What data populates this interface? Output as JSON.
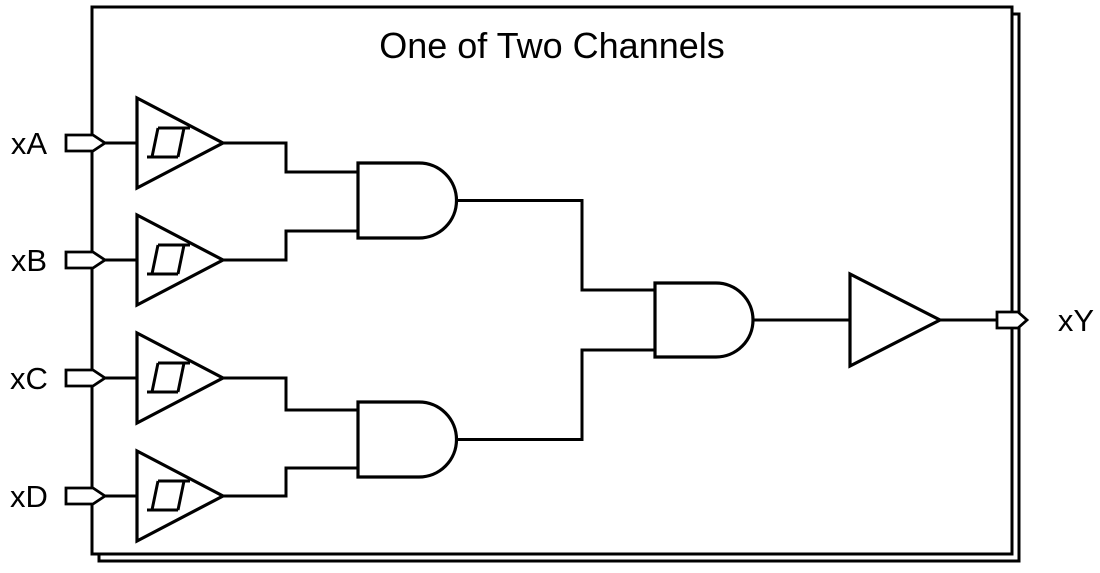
{
  "title": "One of Two Channels",
  "inputs": [
    {
      "label": "xA"
    },
    {
      "label": "xB"
    },
    {
      "label": "xC"
    },
    {
      "label": "xD"
    }
  ],
  "output": {
    "label": "xY"
  },
  "gates": [
    {
      "id": "schmitt-buffer-a",
      "type": "schmitt-trigger-buffer",
      "input": "xA"
    },
    {
      "id": "schmitt-buffer-b",
      "type": "schmitt-trigger-buffer",
      "input": "xB"
    },
    {
      "id": "schmitt-buffer-c",
      "type": "schmitt-trigger-buffer",
      "input": "xC"
    },
    {
      "id": "schmitt-buffer-d",
      "type": "schmitt-trigger-buffer",
      "input": "xD"
    },
    {
      "id": "and-upper",
      "type": "AND",
      "inputs": [
        "xA",
        "xB"
      ]
    },
    {
      "id": "and-lower",
      "type": "AND",
      "inputs": [
        "xC",
        "xD"
      ]
    },
    {
      "id": "and-final",
      "type": "AND",
      "inputs": [
        "and-upper",
        "and-lower"
      ]
    },
    {
      "id": "output-buffer",
      "type": "buffer",
      "output": "xY"
    }
  ],
  "colors": {
    "line": "#000000",
    "background": "#ffffff"
  }
}
